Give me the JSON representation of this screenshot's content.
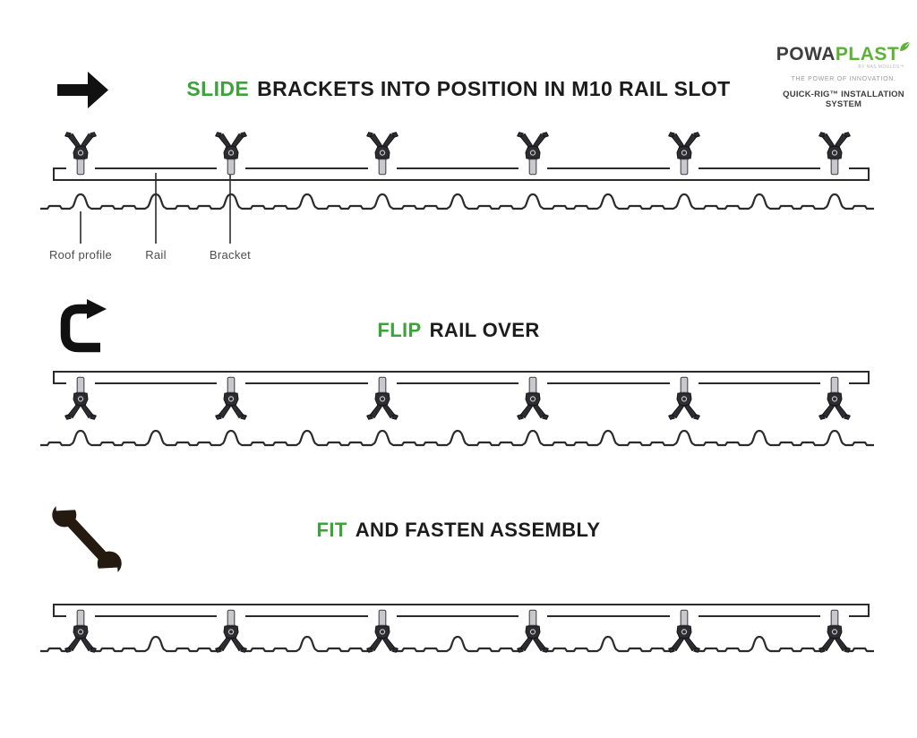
{
  "logo": {
    "brand_part1": "POWA",
    "brand_part2": "PLAST",
    "byline": "BY NAS MOULDS™",
    "tagline": "THE POWER OF INNOVATION.",
    "system": "QUICK-RIG™ INSTALLATION SYSTEM",
    "green": "#5cb235",
    "dark": "#3e3e3e"
  },
  "steps": [
    {
      "keyword": "SLIDE",
      "rest": "BRACKETS INTO POSITION IN M10 RAIL SLOT",
      "icon": "arrow-right-icon"
    },
    {
      "keyword": "FLIP",
      "rest": "RAIL OVER",
      "icon": "rotate-clockwise-icon"
    },
    {
      "keyword": "FIT",
      "rest": "AND FASTEN ASSEMBLY",
      "icon": "wrench-icon"
    }
  ],
  "diagram_labels": {
    "roof_profile": "Roof profile",
    "rail": "Rail",
    "bracket": "Bracket"
  },
  "colors": {
    "accent_green": "#3da23a",
    "ink": "#1c1c1c",
    "line": "#2b2b2b",
    "label": "#4d4d4d",
    "bracket_dark": "#2c2c31",
    "wrench_brown": "#241a10"
  }
}
